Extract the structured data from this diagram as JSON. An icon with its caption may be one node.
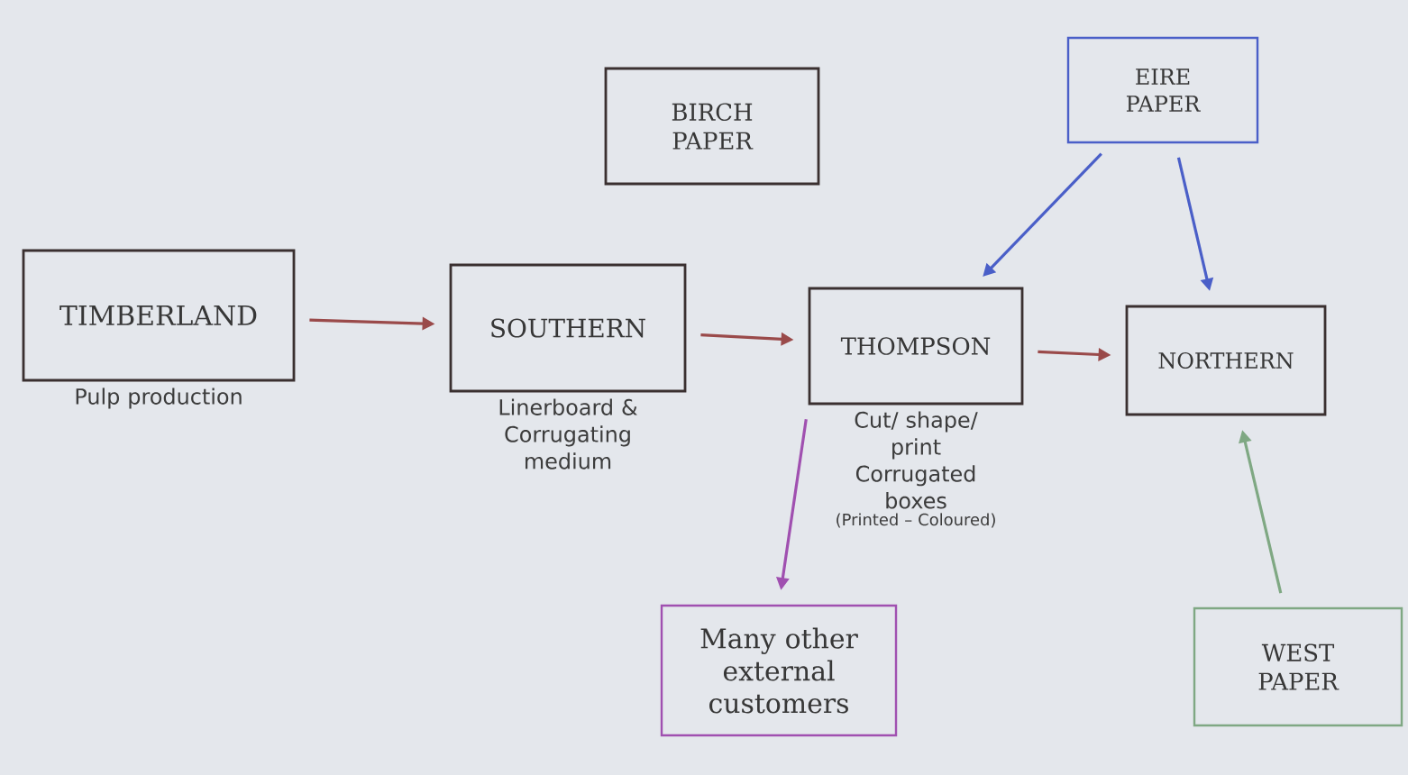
{
  "diagram": {
    "nodes": [
      {
        "text": [
          "TIMBERLAND"
        ],
        "beside": [
          "Pulp production"
        ]
      },
      {
        "text": [
          "SOUTHERN"
        ],
        "beside": [
          "Linerboard & Corrugating medium"
        ]
      },
      {
        "text": [
          "THOMPSON"
        ],
        "beside": [
          "Cut/ shape/ print Corrugated boxes",
          "(Printed – Coloured)"
        ]
      },
      {
        "text": [
          "NORTHERN"
        ]
      },
      {
        "text": [
          "BIRCH PAPER"
        ]
      },
      {
        "text": [
          "EIRE PAPER"
        ]
      },
      {
        "text": [
          "Many other external customers"
        ]
      },
      {
        "text": [
          "WEST PAPER"
        ]
      }
    ],
    "edges": [
      {
        "from": 0,
        "to": 1,
        "arrow": "to"
      },
      {
        "from": 1,
        "to": 2,
        "arrow": "to"
      },
      {
        "from": 2,
        "to": 3,
        "arrow": "to"
      },
      {
        "from": 5,
        "to": 2,
        "arrow": "to",
        "color": "#4a5fc8"
      },
      {
        "from": 5,
        "to": 3,
        "arrow": "to",
        "color": "#4a5fc8"
      },
      {
        "from": 2,
        "to": 6,
        "arrow": "to",
        "color": "#a050b0"
      },
      {
        "from": 7,
        "to": 3,
        "arrow": "to",
        "color": "#7fa883"
      }
    ]
  }
}
